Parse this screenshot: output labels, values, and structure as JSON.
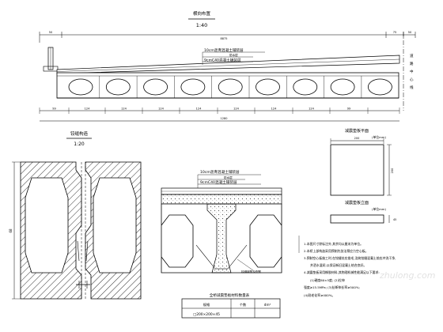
{
  "main_section": {
    "title": "横向布置",
    "scale": "1:40",
    "left_gap": "50",
    "right_gap": "75",
    "right_gap2": "50",
    "total_top": "8875",
    "layer1": "10cm沥青混凝土铺装层",
    "layer2": "防水层",
    "layer3": "9cmC40混凝土铺装层",
    "centerline_label": "道路中心线",
    "dims_bottom": [
      "99",
      "124",
      "124",
      "124",
      "124",
      "124",
      "124",
      "124",
      "99"
    ],
    "total_bottom": "1280"
  },
  "hinge_detail": {
    "title": "铰缝构造",
    "scale": "1:20",
    "side_dim": "68"
  },
  "deck_detail": {
    "layer1": "10cm沥青混凝土铺装层",
    "layer2": "防水层",
    "layer3": "9cmC40混凝土铺装层",
    "rebar_note": "铰缝钢筋及配筋"
  },
  "pad_plan": {
    "title": "减震垫板平面",
    "unit": "(单位mm)",
    "dim_w": "200",
    "dim_h": "200"
  },
  "pad_elevation": {
    "title": "减震垫板立面",
    "unit": "(单位mm)",
    "dim": "45"
  },
  "material_table": {
    "title": "全桥减震垫板材料数量表",
    "headers": [
      "规格",
      "个数",
      "dm³"
    ],
    "rows": [
      [
        "□200×200×45",
        "",
        ""
      ]
    ]
  },
  "notes": [
    "1.本图尺寸除标注外,其余均以厘米为单位。",
    "2.本桥上部构造采用预制先张法预应力空心板。",
    "3.预制空心板施工时,在铰缝处应凿毛,浇筑铰缝混凝土前应冲洗干净,",
    "并洒水湿润,以保证新旧混凝土结合良好。",
    "4.减震垫板采用橡胶材料,其物理机械性能满足以下要求:",
    "(1)硬度60±5度; (2)拉伸",
    "强度≥15.5MPa; (3)扯断伸长率≥500%;",
    "(4)耐老化率≥400%。"
  ],
  "watermark": "zhulong.com"
}
